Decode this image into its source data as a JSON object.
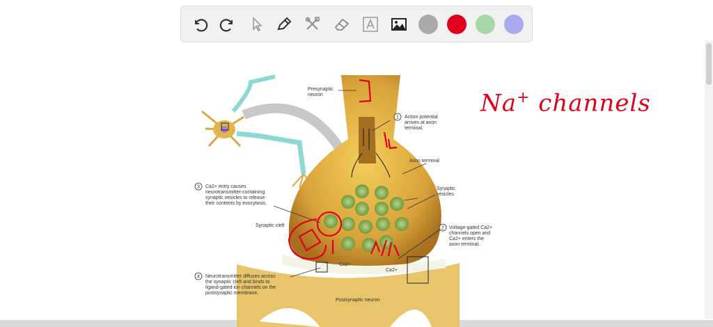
{
  "toolbar": {
    "tools": [
      "undo-icon",
      "redo-icon",
      "pointer-icon",
      "pen-icon",
      "tools-icon",
      "eraser-icon",
      "text-icon",
      "image-icon"
    ],
    "colors": [
      "#aaaaaa",
      "#e0001b",
      "#a8d8a8",
      "#aaaaee"
    ]
  },
  "diagram": {
    "presynaptic": "Presynaptic\nneuron",
    "step1": "Action potential\narrives at axon\nterminal.",
    "axon_terminal": "Axon terminal",
    "synaptic_vesicles": "Synaptic\nvesicles",
    "step3": "Ca2+ entry causes\nneurotransmitter-containing\nsynaptic vesicles to release\ntheir contents by exocytosis.",
    "synaptic_cleft": "Synaptic cleft",
    "step2": "Voltage-gated Ca2+\nchannels open and\nCa2+ enters the\naxon terminal.",
    "ca_a": "Ca2+",
    "ca_b": "Ca2+",
    "step4": "Neurotransmitter diffuses across\nthe synaptic cleft and binds to\nligand-gated ion channels on the\npostsynaptic membrane.",
    "postsynaptic": "Postsynaptic neuron",
    "n1": "1",
    "n2": "2",
    "n3": "3",
    "n4": "4"
  },
  "annotation": {
    "text": "Na",
    "sup": "+",
    "text2": " channels",
    "color": "#e0001b"
  }
}
